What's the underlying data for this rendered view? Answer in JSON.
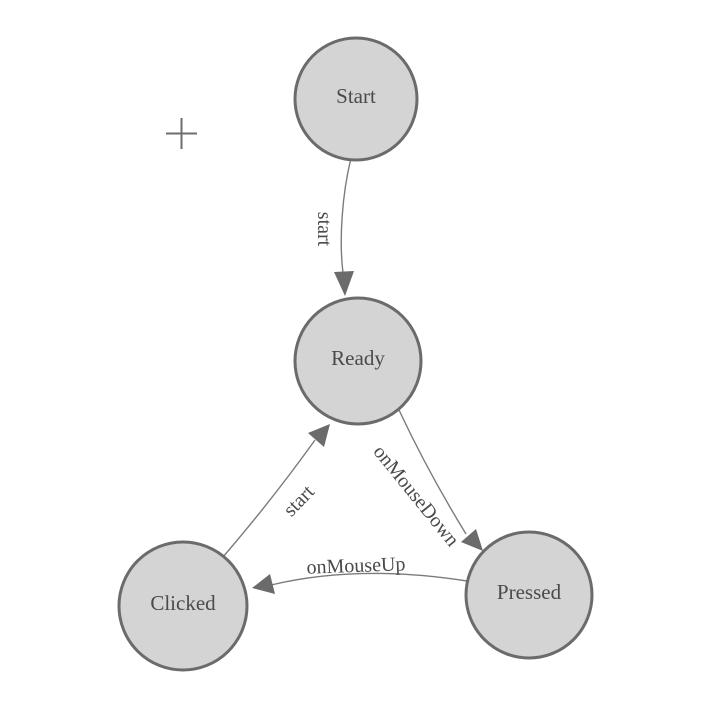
{
  "colors": {
    "background": "#ffffff",
    "node_fill": "#d4d4d4",
    "node_stroke": "#6b6b6b",
    "edge_stroke": "#7b7b7b",
    "arrow_fill": "#6b6b6b",
    "label_text": "#4a4a4a",
    "crosshair": "#6e6e6e"
  },
  "cursor": {
    "icon": "plus-crosshair"
  },
  "diagram": {
    "nodes": [
      {
        "label": "Start"
      },
      {
        "label": "Ready"
      },
      {
        "label": "Clicked"
      },
      {
        "label": "Pressed"
      }
    ],
    "edges": [
      {
        "from": "Start",
        "to": "Ready",
        "label": "start"
      },
      {
        "from": "Ready",
        "to": "Pressed",
        "label": "onMouseDown"
      },
      {
        "from": "Pressed",
        "to": "Clicked",
        "label": "onMouseUp"
      },
      {
        "from": "Clicked",
        "to": "Ready",
        "label": "start"
      }
    ]
  }
}
